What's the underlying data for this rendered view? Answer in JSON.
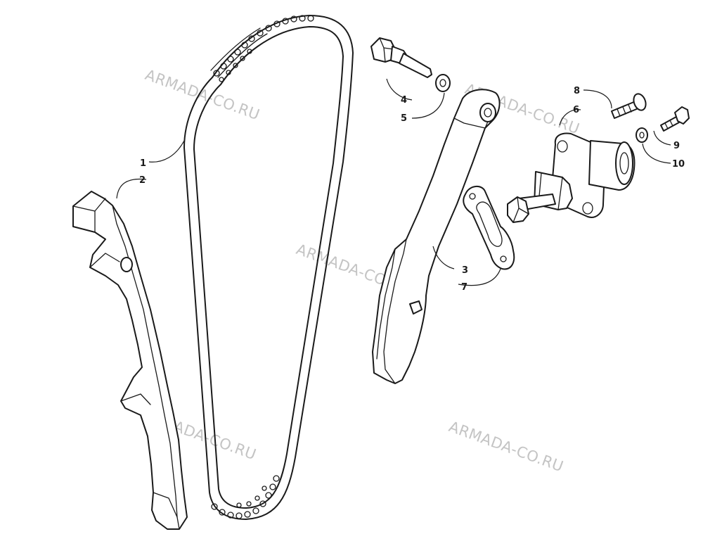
{
  "watermark": {
    "text": "ARMADA-CO.RU",
    "color": "#c4c4c4"
  },
  "callouts": {
    "c1": "1",
    "c2": "2",
    "c3": "3",
    "c4": "4",
    "c5": "5",
    "c6": "6",
    "c7": "7",
    "c8": "8",
    "c9": "9",
    "c10": "10"
  },
  "colors": {
    "line": "#1a1a1a",
    "background": "#ffffff"
  }
}
